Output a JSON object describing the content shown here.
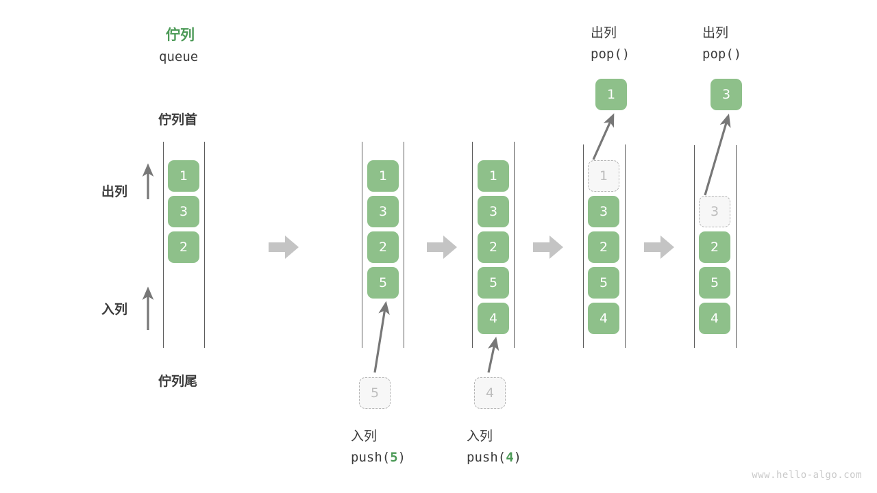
{
  "header": {
    "title_cn": "佇列",
    "title_en": "queue"
  },
  "side_labels": {
    "head": "佇列首",
    "tail": "佇列尾",
    "dequeue": "出列",
    "enqueue": "入列"
  },
  "watermark": "www.hello-algo.com",
  "colors": {
    "element_green": "#8ec08a",
    "accent_green": "#4c9a57",
    "ghost_fill": "#f7f7f7",
    "ghost_border": "#b4b4b4",
    "ghost_text": "#bdbdbd",
    "rail": "#5c5c5c",
    "arrow_gray": "#777777",
    "block_arrow": "#c4c4c4",
    "text": "#3c3c3c",
    "watermark": "#c9c9c9"
  },
  "stages": [
    {
      "id": "initial",
      "op_cn": "",
      "op_code": "",
      "items": [
        "1",
        "3",
        "2"
      ],
      "ghost_in": null,
      "ghost_index": null,
      "popped": null
    },
    {
      "id": "push-5",
      "op_cn": "入列",
      "op_code_prefix": "push(",
      "op_code_value": "5",
      "op_code_suffix": ")",
      "items": [
        "1",
        "3",
        "2",
        "5"
      ],
      "incoming": "5",
      "popped": null
    },
    {
      "id": "push-4",
      "op_cn": "入列",
      "op_code_prefix": "push(",
      "op_code_value": "4",
      "op_code_suffix": ")",
      "items": [
        "1",
        "3",
        "2",
        "5",
        "4"
      ],
      "incoming": "4",
      "popped": null
    },
    {
      "id": "pop-1",
      "op_cn": "出列",
      "op_code": "pop()",
      "items": [
        "3",
        "2",
        "5",
        "4"
      ],
      "ghost_removed": "1",
      "popped": "1"
    },
    {
      "id": "pop-3",
      "op_cn": "出列",
      "op_code": "pop()",
      "items": [
        "2",
        "5",
        "4"
      ],
      "ghost_removed": "3",
      "popped": "3"
    }
  ],
  "block_arrows": 4,
  "chart_data": {
    "type": "diagram",
    "title": "佇列 queue",
    "description": "Queue push/pop sequence diagram",
    "sequence": [
      {
        "state": [
          "1",
          "3",
          "2"
        ],
        "operation": null
      },
      {
        "state": [
          "1",
          "3",
          "2",
          "5"
        ],
        "operation": "push(5)"
      },
      {
        "state": [
          "1",
          "3",
          "2",
          "5",
          "4"
        ],
        "operation": "push(4)"
      },
      {
        "state": [
          "3",
          "2",
          "5",
          "4"
        ],
        "operation": "pop()",
        "returned": "1"
      },
      {
        "state": [
          "2",
          "5",
          "4"
        ],
        "operation": "pop()",
        "returned": "3"
      }
    ]
  }
}
